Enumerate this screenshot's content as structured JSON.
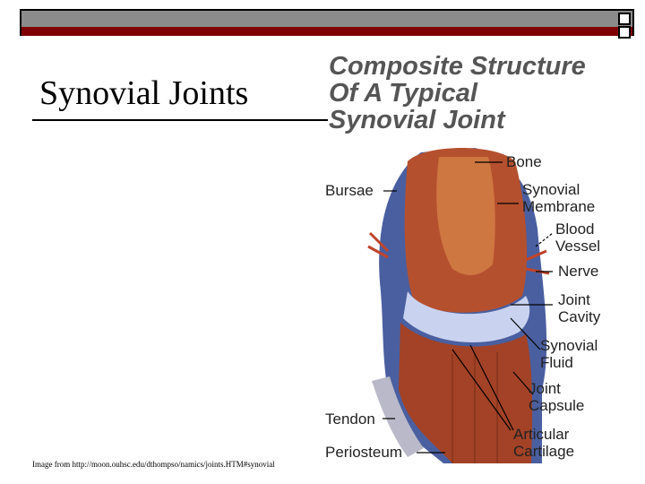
{
  "slide": {
    "title": "Synovial Joints",
    "caption": "Image from http://moon.ouhsc.edu/dthompso/namics/joints.HTM#synovial"
  },
  "figure": {
    "heading": [
      "Composite Structure",
      "Of A Typical",
      "Synovial Joint"
    ],
    "labels": {
      "bone": "Bone",
      "bursae": "Bursae",
      "synovial_membrane": [
        "Synovial",
        "Membrane"
      ],
      "blood_vessel": [
        "Blood",
        "Vessel"
      ],
      "nerve": "Nerve",
      "joint_cavity": [
        "Joint",
        "Cavity"
      ],
      "synovial_fluid": [
        "Synovial",
        "Fluid"
      ],
      "joint_capsule": [
        "Joint",
        "Capsule"
      ],
      "tendon": "Tendon",
      "periosteum": "Periosteum",
      "articular_cartilage": [
        "Articular",
        "Cartilage"
      ]
    }
  },
  "colors": {
    "bar_gray": "#8b8b8b",
    "bar_stripe": "#800000",
    "bone": "#b5502e",
    "capsule": "#4a5fa0",
    "cartilage": "#c9d3f0"
  }
}
